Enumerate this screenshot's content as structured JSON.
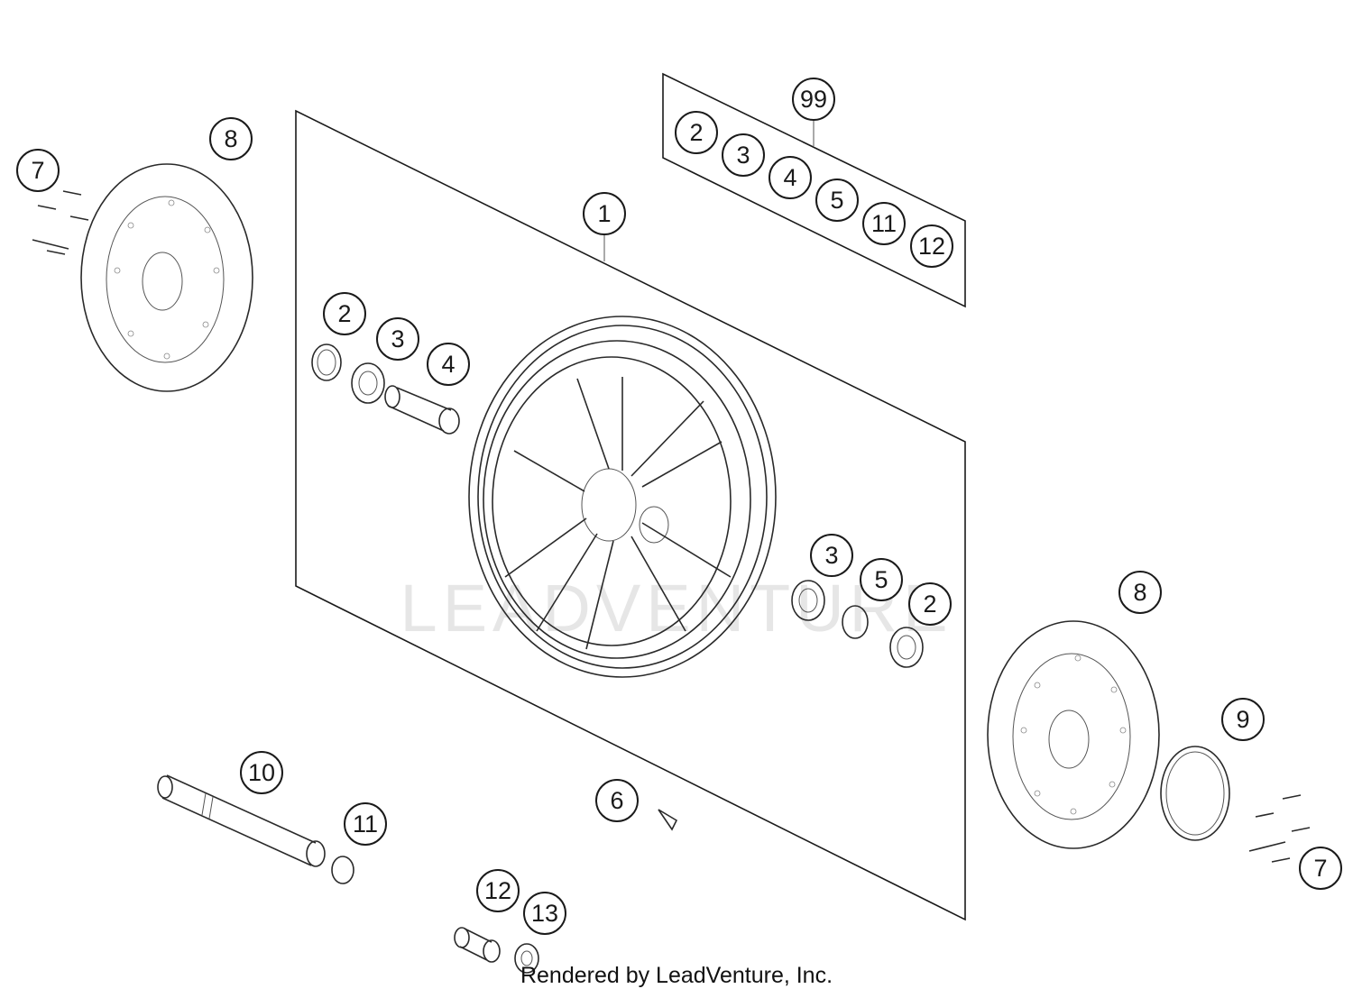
{
  "diagram": {
    "watermark": "LEADVENTURE",
    "credit": "Rendered by LeadVenture, Inc.",
    "callouts": [
      {
        "label": "99"
      },
      {
        "label": "2"
      },
      {
        "label": "3"
      },
      {
        "label": "4"
      },
      {
        "label": "5"
      },
      {
        "label": "11"
      },
      {
        "label": "12"
      },
      {
        "label": "1"
      },
      {
        "label": "8"
      },
      {
        "label": "7"
      },
      {
        "label": "2"
      },
      {
        "label": "3"
      },
      {
        "label": "4"
      },
      {
        "label": "3"
      },
      {
        "label": "5"
      },
      {
        "label": "2"
      },
      {
        "label": "8"
      },
      {
        "label": "9"
      },
      {
        "label": "7"
      },
      {
        "label": "10"
      },
      {
        "label": "11"
      },
      {
        "label": "6"
      },
      {
        "label": "12"
      },
      {
        "label": "13"
      }
    ]
  }
}
